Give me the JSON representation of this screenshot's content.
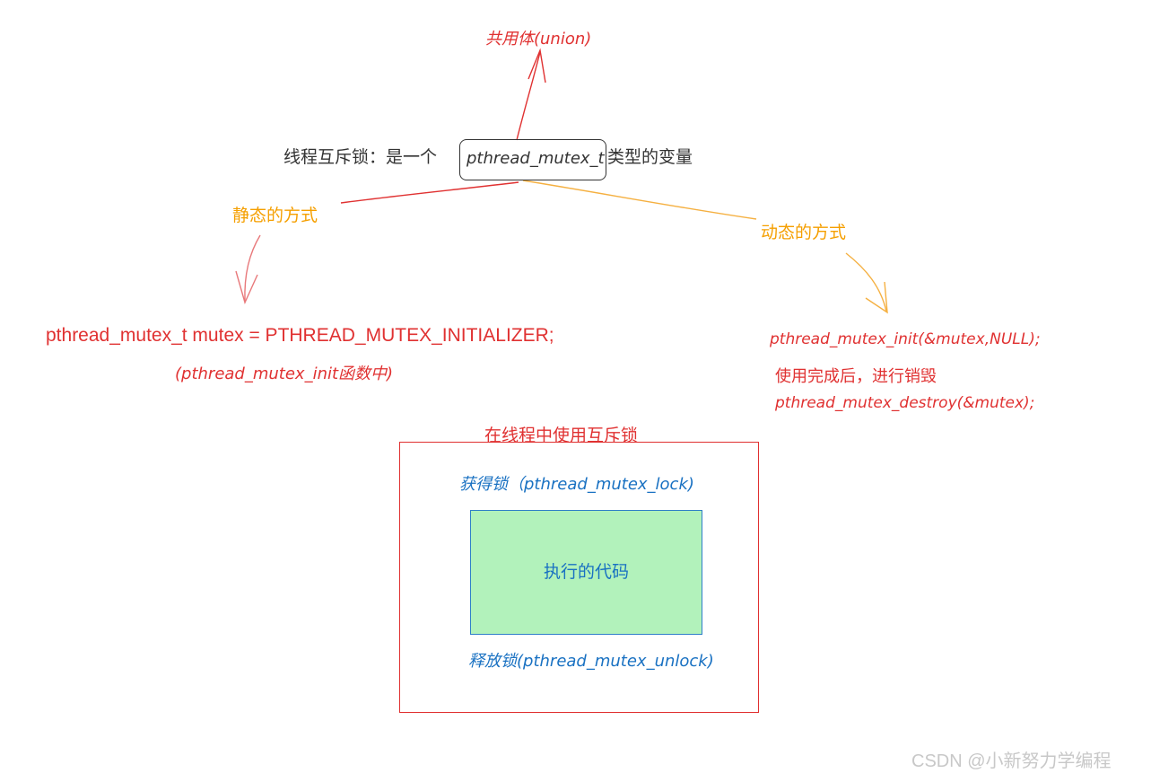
{
  "title_prefix": "线程互斥锁：是一个",
  "title_type": "pthread_mutex_t",
  "title_suffix": "类型的变量",
  "union_label": "共用体(union)",
  "static": {
    "label": "静态的方式",
    "code": "pthread_mutex_t mutex = PTHREAD_MUTEX_INITIALIZER;",
    "note": "(pthread_mutex_init函数中)"
  },
  "dynamic": {
    "label": "动态的方式",
    "init_code": "pthread_mutex_init(&mutex,NULL);",
    "after_note": "使用完成后，进行销毁",
    "destroy_code": "pthread_mutex_destroy(&mutex);"
  },
  "usage": {
    "title": "在线程中使用互斥锁",
    "lock": "获得锁（pthread_mutex_lock)",
    "code_block": "执行的代码",
    "unlock": "释放锁(pthread_mutex_unlock)"
  },
  "watermark": "CSDN @小新努力学编程",
  "colors": {
    "red": "#e03131",
    "orange": "#f59f00",
    "blue": "#1971c2",
    "green_fill": "#b2f2bb",
    "dark": "#333333"
  }
}
